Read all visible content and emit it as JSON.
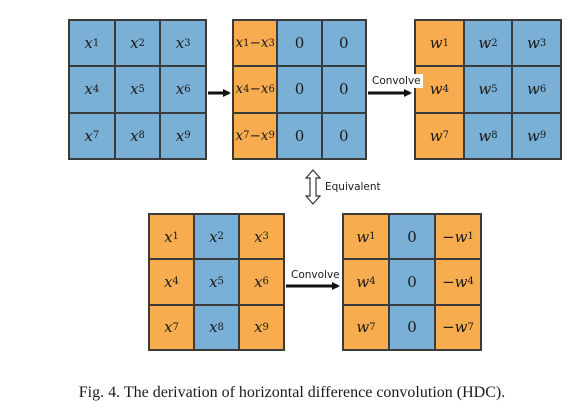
{
  "grids": {
    "input": {
      "cells": [
        {
          "t": "x1",
          "c": "blue"
        },
        {
          "t": "x2",
          "c": "blue"
        },
        {
          "t": "x3",
          "c": "blue"
        },
        {
          "t": "x4",
          "c": "blue"
        },
        {
          "t": "x5",
          "c": "blue"
        },
        {
          "t": "x6",
          "c": "blue"
        },
        {
          "t": "x7",
          "c": "blue"
        },
        {
          "t": "x8",
          "c": "blue"
        },
        {
          "t": "x9",
          "c": "blue"
        }
      ]
    },
    "difference": {
      "cells": [
        {
          "t": "x1−x3",
          "c": "orange"
        },
        {
          "t": "0",
          "c": "blue"
        },
        {
          "t": "0",
          "c": "blue"
        },
        {
          "t": "x4−x6",
          "c": "orange"
        },
        {
          "t": "0",
          "c": "blue"
        },
        {
          "t": "0",
          "c": "blue"
        },
        {
          "t": "x7−x9",
          "c": "orange"
        },
        {
          "t": "0",
          "c": "blue"
        },
        {
          "t": "0",
          "c": "blue"
        }
      ]
    },
    "kernel": {
      "cells": [
        {
          "t": "w1",
          "c": "orange"
        },
        {
          "t": "w2",
          "c": "blue"
        },
        {
          "t": "w3",
          "c": "blue"
        },
        {
          "t": "w4",
          "c": "orange"
        },
        {
          "t": "w5",
          "c": "blue"
        },
        {
          "t": "w6",
          "c": "blue"
        },
        {
          "t": "w7",
          "c": "orange"
        },
        {
          "t": "w8",
          "c": "blue"
        },
        {
          "t": "w9",
          "c": "blue"
        }
      ]
    },
    "input_bottom": {
      "cells": [
        {
          "t": "x1",
          "c": "orange"
        },
        {
          "t": "x2",
          "c": "blue"
        },
        {
          "t": "x3",
          "c": "orange"
        },
        {
          "t": "x4",
          "c": "orange"
        },
        {
          "t": "x5",
          "c": "blue"
        },
        {
          "t": "x6",
          "c": "orange"
        },
        {
          "t": "x7",
          "c": "orange"
        },
        {
          "t": "x8",
          "c": "blue"
        },
        {
          "t": "x9",
          "c": "orange"
        }
      ]
    },
    "hdc_kernel": {
      "cells": [
        {
          "t": "w1",
          "c": "orange"
        },
        {
          "t": "0",
          "c": "blue"
        },
        {
          "t": "−w1",
          "c": "orange"
        },
        {
          "t": "w4",
          "c": "orange"
        },
        {
          "t": "0",
          "c": "blue"
        },
        {
          "t": "−w4",
          "c": "orange"
        },
        {
          "t": "w7",
          "c": "orange"
        },
        {
          "t": "0",
          "c": "blue"
        },
        {
          "t": "−w7",
          "c": "orange"
        }
      ]
    }
  },
  "labels": {
    "convolve_top": "Convolve",
    "equivalent": "Equivalent",
    "convolve_bottom": "Convolve"
  },
  "caption": "Fig. 4.  The derivation of horizontal difference convolution (HDC).",
  "colors": {
    "blue": "#7aafd6",
    "orange": "#f6ac4f",
    "border": "#3b3b3b"
  }
}
